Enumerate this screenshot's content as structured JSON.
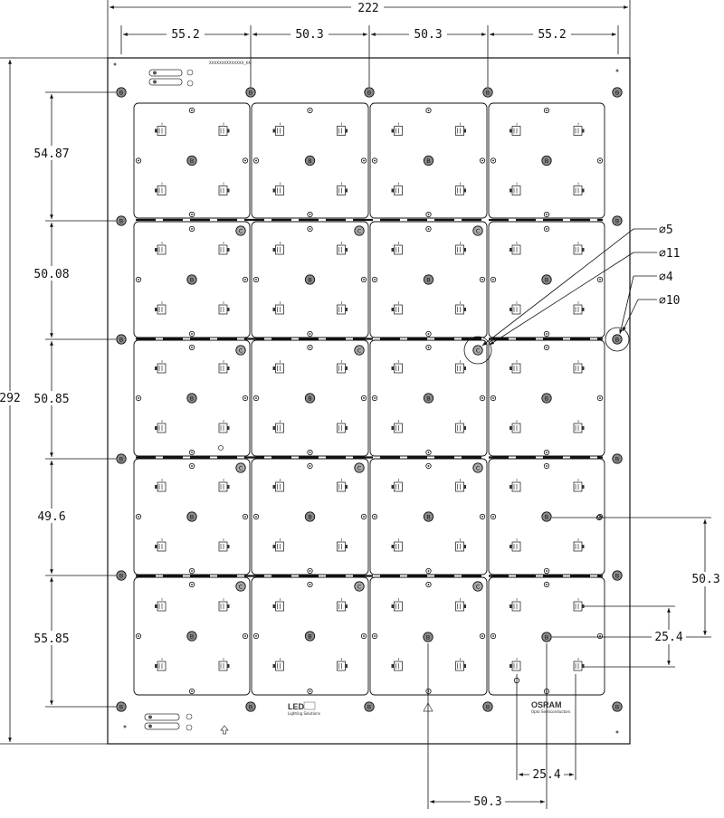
{
  "dimensions": {
    "overall_width": "222",
    "overall_height": "292",
    "top_segments": [
      "55.2",
      "50.3",
      "50.3",
      "55.2"
    ],
    "left_segments": [
      "54.87",
      "50.08",
      "50.85",
      "49.6",
      "55.85"
    ],
    "right_pitch": "50.3",
    "right_sub_pitch": "25.4",
    "bottom_sub_pitch": "25.4",
    "bottom_pitch": "50.3"
  },
  "callouts": [
    "∅5",
    "∅11",
    "∅4",
    "∅10"
  ],
  "hole_labels": {
    "b": "B",
    "c": "C"
  },
  "board": {
    "part_number": "XXXXXXXXXXXXXX_XX",
    "logo_left": "LED",
    "logo_left_sub": "Lighting Solutions",
    "logo_right": "OSRAM",
    "logo_right_sub": "Opto Semiconductors"
  },
  "colors": {
    "line": "#111111",
    "hole_fill": "#8a8a8a",
    "c_hole_fill": "#a8a8a8"
  }
}
